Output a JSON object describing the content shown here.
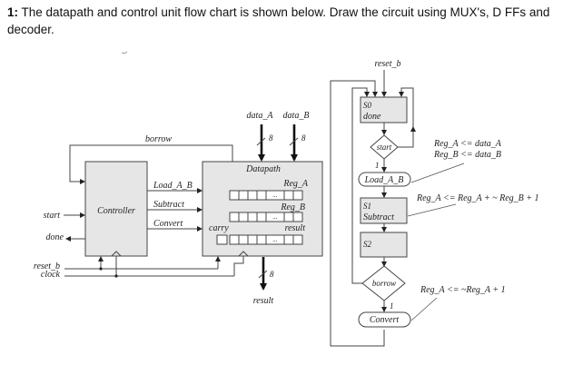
{
  "question": {
    "number": "1:",
    "text": " The datapath and control unit flow chart is shown below. Draw the circuit using MUX's, D FFs and decoder."
  },
  "block_diagram": {
    "controller": {
      "label": "Controller"
    },
    "datapath": {
      "label": "Datapath",
      "registers": [
        {
          "name": "Reg_A",
          "ellipsis": "..."
        },
        {
          "name": "Reg_B",
          "ellipsis": "..."
        },
        {
          "name": "result",
          "ellipsis": "..."
        }
      ],
      "carry_label": "carry"
    },
    "signals": {
      "borrow": "borrow",
      "load": "Load_A_B",
      "subtract": "Subtract",
      "convert": "Convert",
      "start": "start",
      "done": "done",
      "reset": "reset_b",
      "clock": "clock",
      "data_a": "data_A",
      "data_b": "data_B",
      "result": "result",
      "bus_width_a": "8",
      "bus_width_b": "8",
      "bus_width_out": "8"
    }
  },
  "flowchart": {
    "reset": "reset_b",
    "s0": {
      "state": "S0",
      "output": "done"
    },
    "start_decision": "start",
    "start_branch": "1",
    "load_box": "Load_A_B",
    "s1": {
      "state": "S1",
      "output": "Subtract"
    },
    "s2": {
      "state": "S2"
    },
    "borrow_decision": "borrow",
    "borrow_branch": "1",
    "convert_box": "Convert",
    "annotations": {
      "load_line1": "Reg_A <= data_A",
      "load_line2": "Reg_B <= data_B",
      "subtract": "Reg_A <= Reg_A + ~ Reg_B + 1",
      "convert": "Reg_A <= ~Reg_A + 1"
    }
  }
}
